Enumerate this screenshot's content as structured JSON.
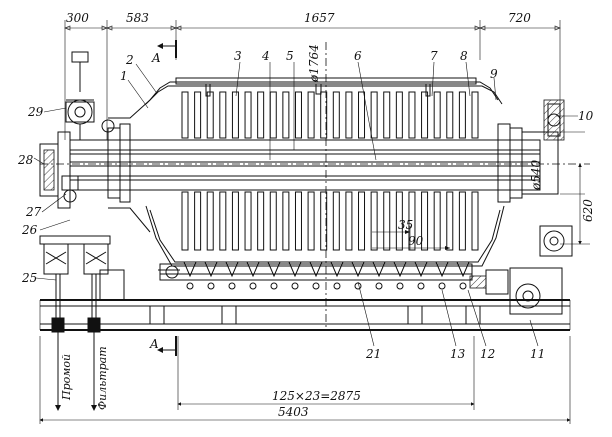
{
  "dimensions": {
    "top_left": "300",
    "top_mid_left": "583",
    "top_center": "1657",
    "top_right": "720",
    "shell_diameter": "ø1764",
    "shaft_diameter": "ø540",
    "right_height": "620",
    "pitch_small": "35",
    "pitch_large": "90",
    "plate_span": "125×23=2875",
    "overall_length": "5403"
  },
  "section_marks": {
    "top": "A",
    "bottom": "A"
  },
  "part_numbers": [
    "1",
    "2",
    "3",
    "4",
    "5",
    "6",
    "7",
    "8",
    "9",
    "10",
    "11",
    "12",
    "13",
    "21",
    "25",
    "26",
    "27",
    "28",
    "29"
  ],
  "side_labels": {
    "wash": "Промой",
    "filtrate": "Фильтрат"
  }
}
